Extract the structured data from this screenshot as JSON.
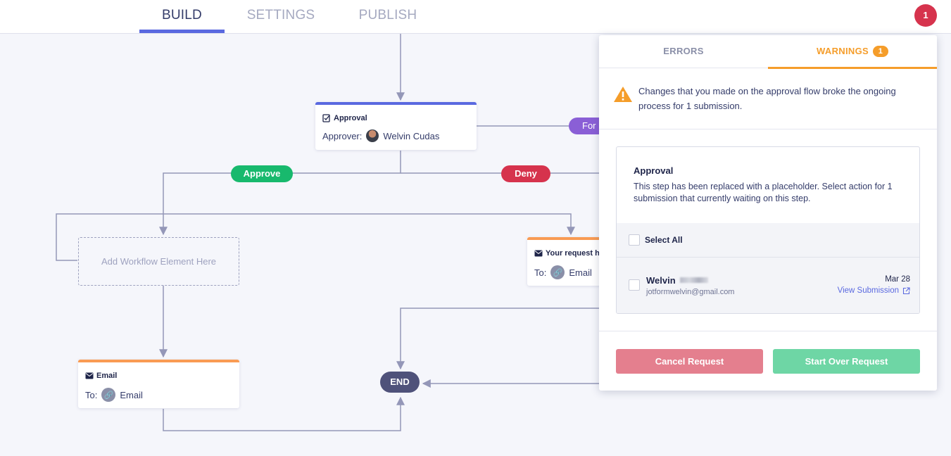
{
  "nav": {
    "tabs": [
      {
        "label": "BUILD",
        "active": true
      },
      {
        "label": "SETTINGS",
        "active": false
      },
      {
        "label": "PUBLISH",
        "active": false
      }
    ],
    "notification_count": "1"
  },
  "flow": {
    "approval_card": {
      "title": "Approval",
      "approver_label": "Approver:",
      "approver_name": "Welvin Cudas"
    },
    "pill_approve": "Approve",
    "pill_deny": "Deny",
    "pill_for": "For",
    "placeholder": "Add Workflow Element Here",
    "email_card": {
      "title": "Email",
      "to_label": "To:",
      "to_value": "Email"
    },
    "request_card": {
      "title": "Your request h",
      "to_label": "To:",
      "to_value": "Email"
    },
    "end_label": "END"
  },
  "panel": {
    "tab_errors": "ERRORS",
    "tab_warnings": "WARNINGS",
    "warnings_count": "1",
    "warning_message": "Changes that you made on the approval flow broke the ongoing process for 1 submission.",
    "box_title": "Approval",
    "box_description": "This step has been replaced with a placeholder. Select action for 1 submission that currently waiting on this step.",
    "select_all": "Select All",
    "submission": {
      "name": "Welvin",
      "email": "jotformwelvin@gmail.com",
      "date": "Mar 28",
      "view_link": "View Submission"
    },
    "cancel_button": "Cancel Request",
    "start_over_button": "Start Over Request"
  },
  "colors": {
    "accent": "#5a69e0",
    "approve": "#18b96d",
    "deny": "#d6334d",
    "for": "#8a5fd6",
    "warning": "#f59d2a",
    "end": "#4f527a",
    "email_bar": "#f99b53"
  }
}
